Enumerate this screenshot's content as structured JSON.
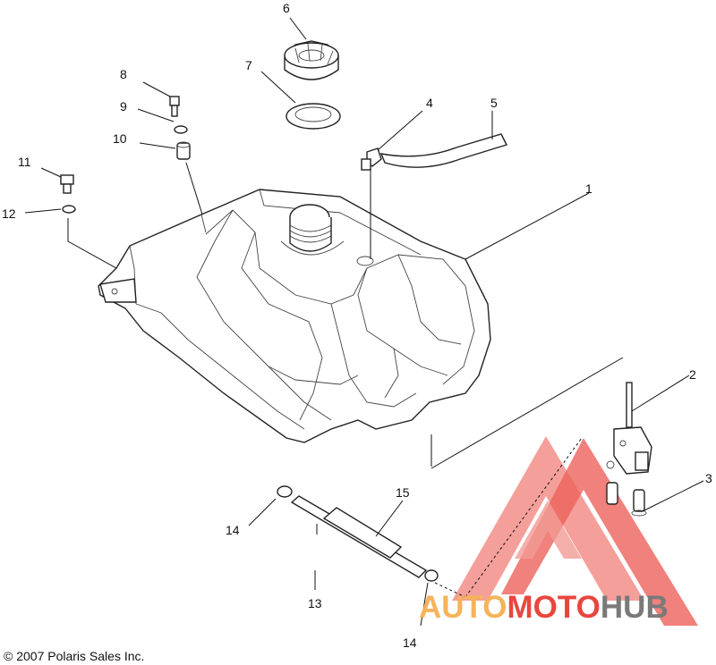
{
  "callouts": [
    {
      "id": "1",
      "label": "1"
    },
    {
      "id": "2",
      "label": "2"
    },
    {
      "id": "3",
      "label": "3"
    },
    {
      "id": "4",
      "label": "4"
    },
    {
      "id": "5",
      "label": "5"
    },
    {
      "id": "6",
      "label": "6"
    },
    {
      "id": "7",
      "label": "7"
    },
    {
      "id": "8",
      "label": "8"
    },
    {
      "id": "9",
      "label": "9"
    },
    {
      "id": "10",
      "label": "10"
    },
    {
      "id": "11",
      "label": "11"
    },
    {
      "id": "12",
      "label": "12"
    },
    {
      "id": "13",
      "label": "13"
    },
    {
      "id": "14a",
      "label": "14"
    },
    {
      "id": "14b",
      "label": "14"
    },
    {
      "id": "15",
      "label": "15"
    }
  ],
  "copyright": "© 2007 Polaris Sales Inc.",
  "watermark": {
    "part1": "AUTO",
    "part2": "MOTO",
    "part3": "HUB",
    "color_light": "#f5b35a",
    "color_red": "#e8463f",
    "color_gray": "#7a7a7a"
  }
}
